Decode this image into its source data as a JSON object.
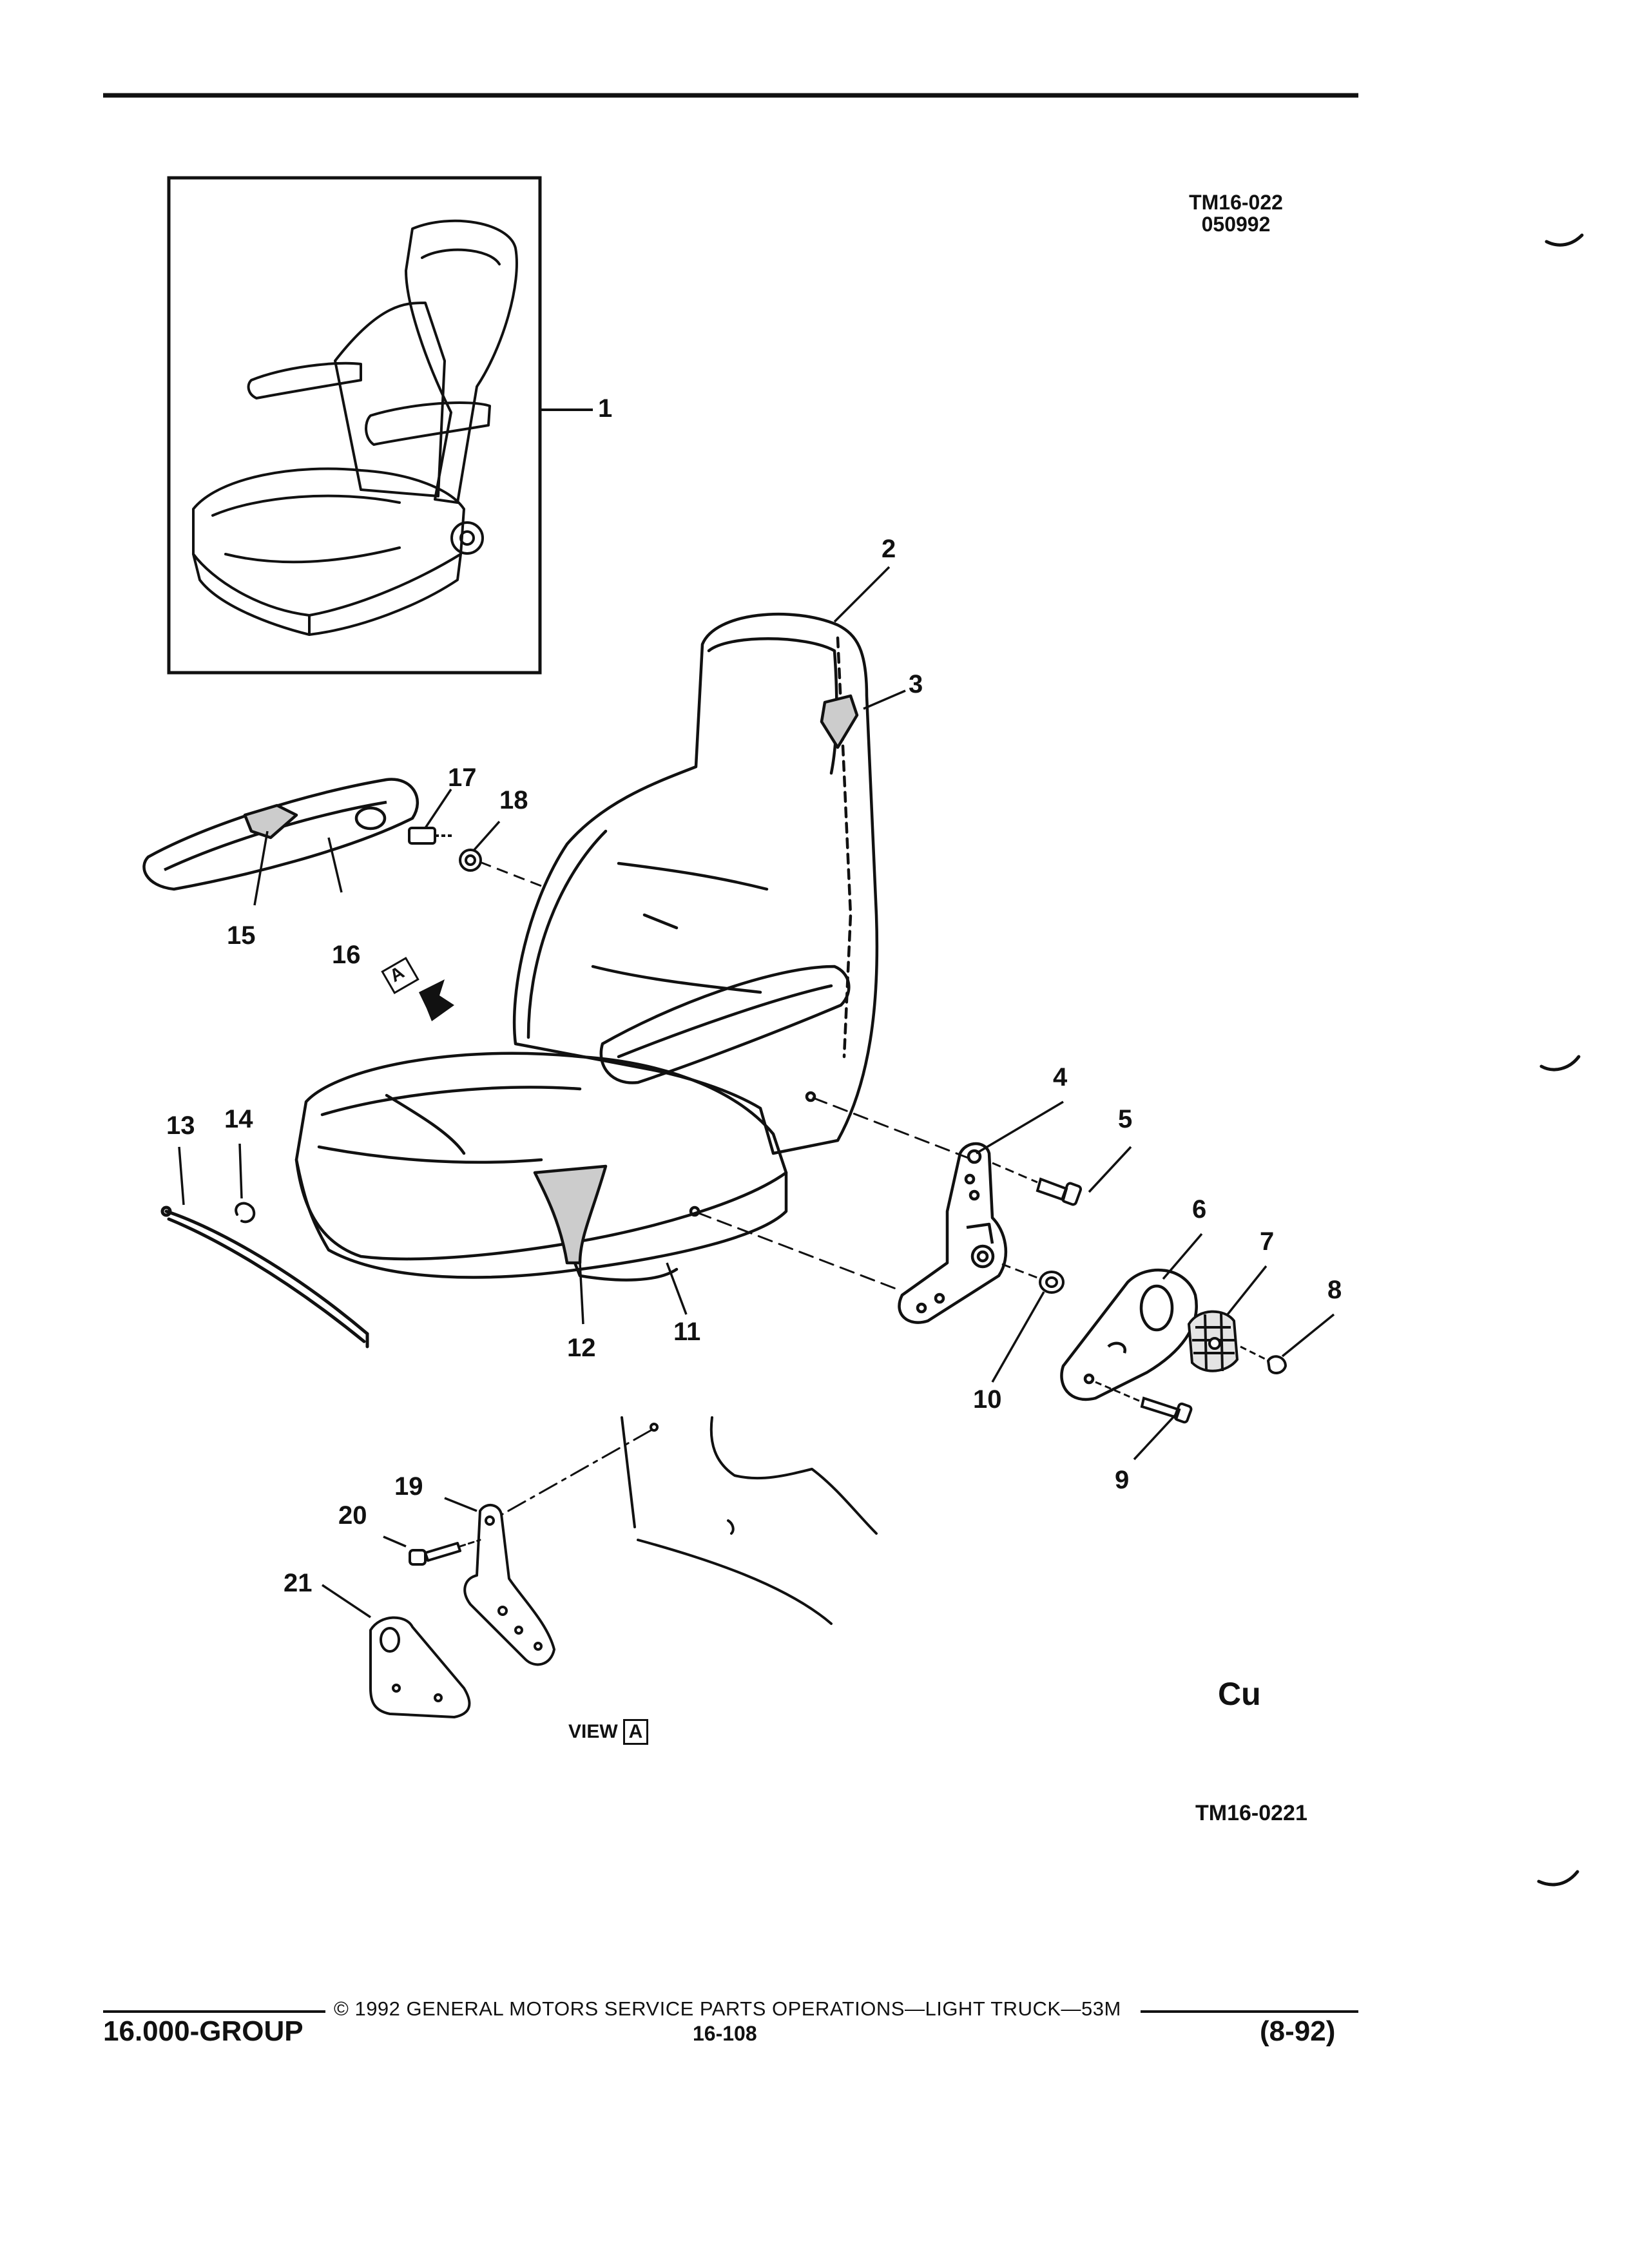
{
  "figure": {
    "ref_code": "TM16-022",
    "ref_date": "050992",
    "bottom_ref": "TM16-0221",
    "view_label_prefix": "VIEW",
    "view_label_letter": "A",
    "arrow_badge_letter": "A",
    "cu_mark": "Cu"
  },
  "callouts": [
    "1",
    "2",
    "3",
    "4",
    "5",
    "6",
    "7",
    "8",
    "9",
    "10",
    "11",
    "12",
    "13",
    "14",
    "15",
    "16",
    "17",
    "18",
    "19",
    "20",
    "21"
  ],
  "footer": {
    "copyright": "© 1992 GENERAL MOTORS SERVICE PARTS OPERATIONS—LIGHT TRUCK—53M",
    "group": "16.000-GROUP",
    "page": "16-108",
    "date": "(8-92)"
  }
}
